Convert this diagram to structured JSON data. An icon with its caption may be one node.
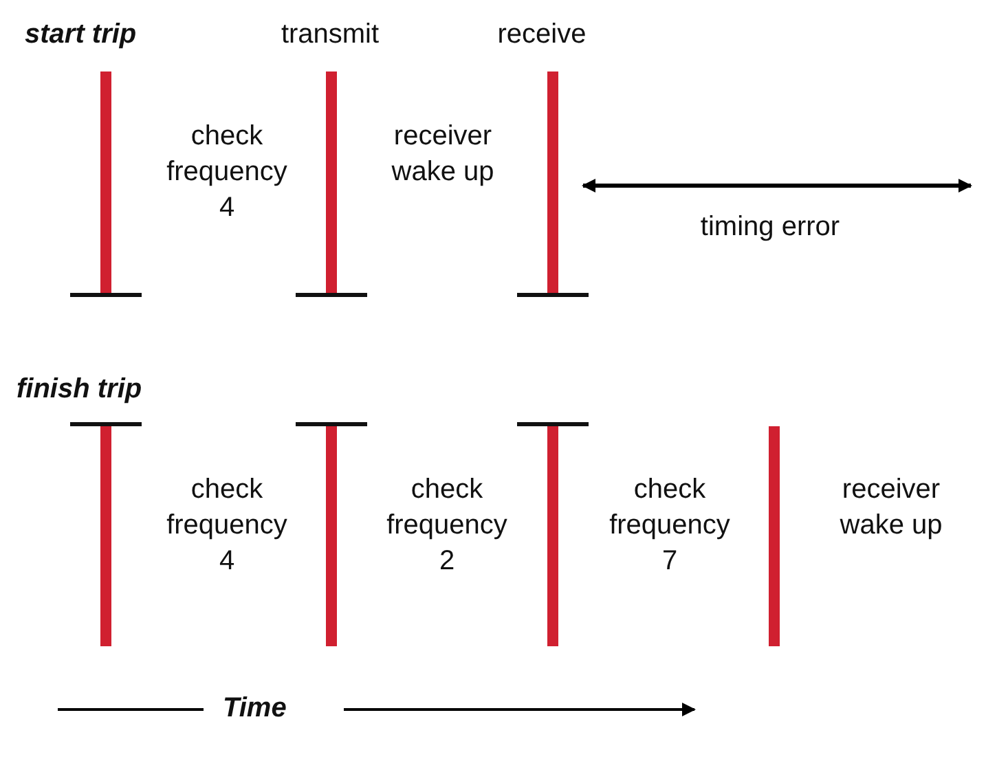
{
  "diagram": {
    "labels": [
      "start trip",
      "transmit",
      "receive",
      "check frequency 4",
      "receiver wake up",
      "timing error",
      "finish trip",
      "check frequency 4",
      "check frequency 2",
      "check frequency 7",
      "receiver wake up",
      "Time"
    ]
  }
}
